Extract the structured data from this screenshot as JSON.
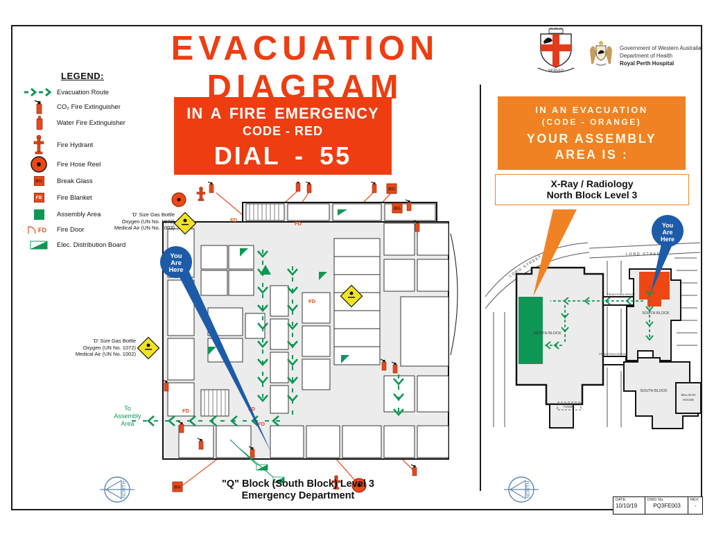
{
  "title": "EVACUATION DIAGRAM",
  "colors": {
    "red": "#EE3D11",
    "orange": "#F08223",
    "green": "#0E9655",
    "blue": "#1D5BA8",
    "yellow": "#F2E41C"
  },
  "logos": {
    "crest_motto": "SERVIO",
    "gov_line1": "Government of Western Australia",
    "gov_line2": "Department of Health",
    "gov_line3": "Royal Perth Hospital"
  },
  "legend": {
    "heading": "LEGEND:",
    "items": [
      {
        "icon": "evacuation-route-icon",
        "label": "Evacuation Route"
      },
      {
        "icon": "co2-extinguisher-icon",
        "label": "CO₂ Fire Extinguisher"
      },
      {
        "icon": "water-extinguisher-icon",
        "label": "Water Fire Extinguisher"
      },
      {
        "icon": "fire-hydrant-icon",
        "label": "Fire Hydrant"
      },
      {
        "icon": "fire-hose-reel-icon",
        "label": "Fire Hose Reel"
      },
      {
        "icon": "break-glass-icon",
        "label": "Break Glass",
        "badge": "BG"
      },
      {
        "icon": "fire-blanket-icon",
        "label": "Fire Blanket",
        "badge": "FB"
      },
      {
        "icon": "assembly-area-icon",
        "label": "Assembly Area"
      },
      {
        "icon": "fire-door-icon",
        "label": "Fire Door",
        "badge": "FD"
      },
      {
        "icon": "elec-board-icon",
        "label": "Elec. Distribution Board"
      }
    ]
  },
  "fire_box": {
    "line1": "IN A FIRE EMERGENCY",
    "line2": "CODE - RED",
    "line3": "DIAL - 55"
  },
  "evac_box": {
    "line1": "IN AN EVACUATION",
    "line2": "(CODE - ORANGE)",
    "line3": "YOUR ASSEMBLY",
    "line4": "AREA IS :"
  },
  "assembly_dest": {
    "line1": "X-Ray / Radiology",
    "line2": "North Block Level 3"
  },
  "plan": {
    "you_are_here": {
      "line1": "You",
      "line2": "Are",
      "line3": "Here"
    },
    "fd_label": "FD",
    "bg_label": "BG",
    "to_assembly": {
      "line1": "To",
      "line2": "Assembly",
      "line3": "Area"
    },
    "gas_bottle_note": {
      "line1": "'D' Size Gas Bottle",
      "line2": "Oxygen (UN No. 1072)",
      "line3": "Medical Air (UN No. 1002)"
    },
    "caption_line1": "\"Q\" Block (South Block) Level 3",
    "caption_line2": "Emergency Department"
  },
  "site_map": {
    "you_are_here": {
      "line1": "You",
      "line2": "Are",
      "line3": "Here"
    },
    "labels": {
      "lord_street": "LORD STREET",
      "north_block": "NORTH BLOCK",
      "south_block": "SOUTH BLOCK",
      "pedestrian_bridge": "PEDESTRIAN BRIDGE",
      "milligan_line1": "MILLIGAN",
      "milligan_line2": "HOUSE",
      "tunnel": "TUNNEL"
    }
  },
  "compass_label": "NORTH",
  "title_block": {
    "date_label": "DATE:",
    "date_value": "10/10/19",
    "dwg_label": "DWG No:",
    "dwg_value": "PQ3FE003",
    "rev_label": "REV:",
    "rev_value": "-"
  }
}
